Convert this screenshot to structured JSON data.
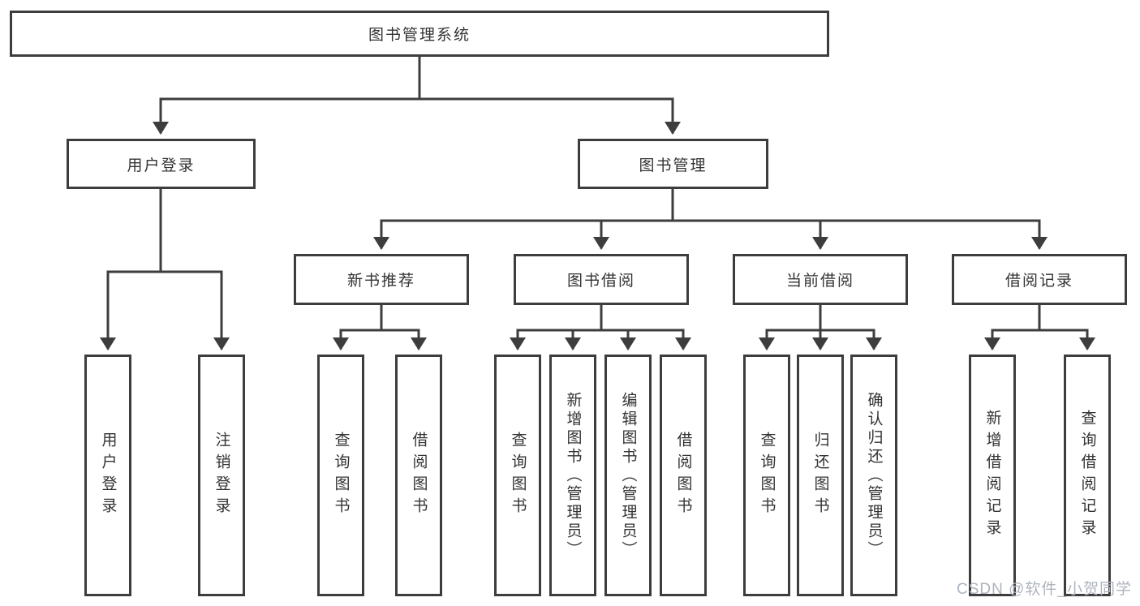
{
  "diagram": {
    "root": {
      "label": "图书管理系统"
    },
    "level2": [
      {
        "label": "用户登录"
      },
      {
        "label": "图书管理"
      }
    ],
    "level3": [
      {
        "label": "新书推荐"
      },
      {
        "label": "图书借阅"
      },
      {
        "label": "当前借阅"
      },
      {
        "label": "借阅记录"
      }
    ],
    "leaves": {
      "user_login": [
        "用户登录",
        "注销登录"
      ],
      "new_book": [
        "查询图书",
        "借阅图书"
      ],
      "book_borrow": [
        "查询图书",
        "新增图书（管理员）",
        "编辑图书（管理员）",
        "借阅图书"
      ],
      "current_borrow": [
        "查询图书",
        "归还图书",
        "确认归还（管理员）"
      ],
      "borrow_record": [
        "新增借阅记录",
        "查询借阅记录"
      ]
    },
    "line_color": "#3d3d3d"
  },
  "watermark": {
    "text": "CSDN @软件_小贺同学"
  }
}
